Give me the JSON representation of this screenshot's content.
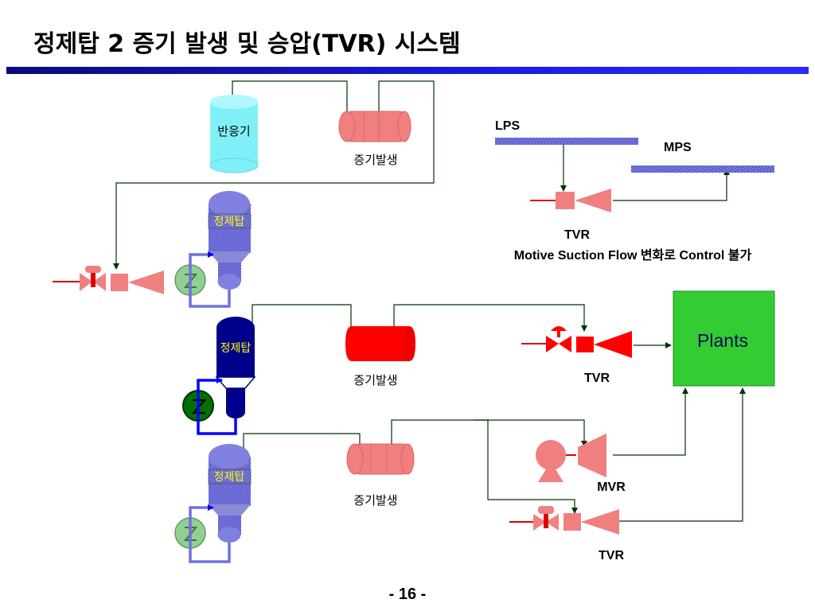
{
  "title": "정제탑 2 증기 발생 및 승압(TVR) 시스템",
  "page_number": "- 16 -",
  "labels": {
    "reactor": "반응기",
    "steam_gen_top": "증기발생",
    "column_upper": "정제탑",
    "column_middle": "정제탑",
    "column_lower": "정제탑",
    "steam_gen_middle": "증기발생",
    "steam_gen_lower": "증기발생",
    "lps": "LPS",
    "mps": "MPS",
    "tvr_inset": "TVR",
    "inset_note": "Motive Suction Flow 변화로 Control 불가",
    "plants": "Plants",
    "tvr_middle": "TVR",
    "mvr": "MVR",
    "tvr_lower": "TVR"
  },
  "colors": {
    "title_rule": "#1a1ae6",
    "equipment_red": "#ff0000",
    "equipment_pink": "#f08080",
    "column_dark_blue": "#00008b",
    "column_light_blue": "#7070c8",
    "reactor_cyan": "#80f0f8",
    "plants_green": "#33cc33",
    "line_dark_green": "#003300"
  }
}
